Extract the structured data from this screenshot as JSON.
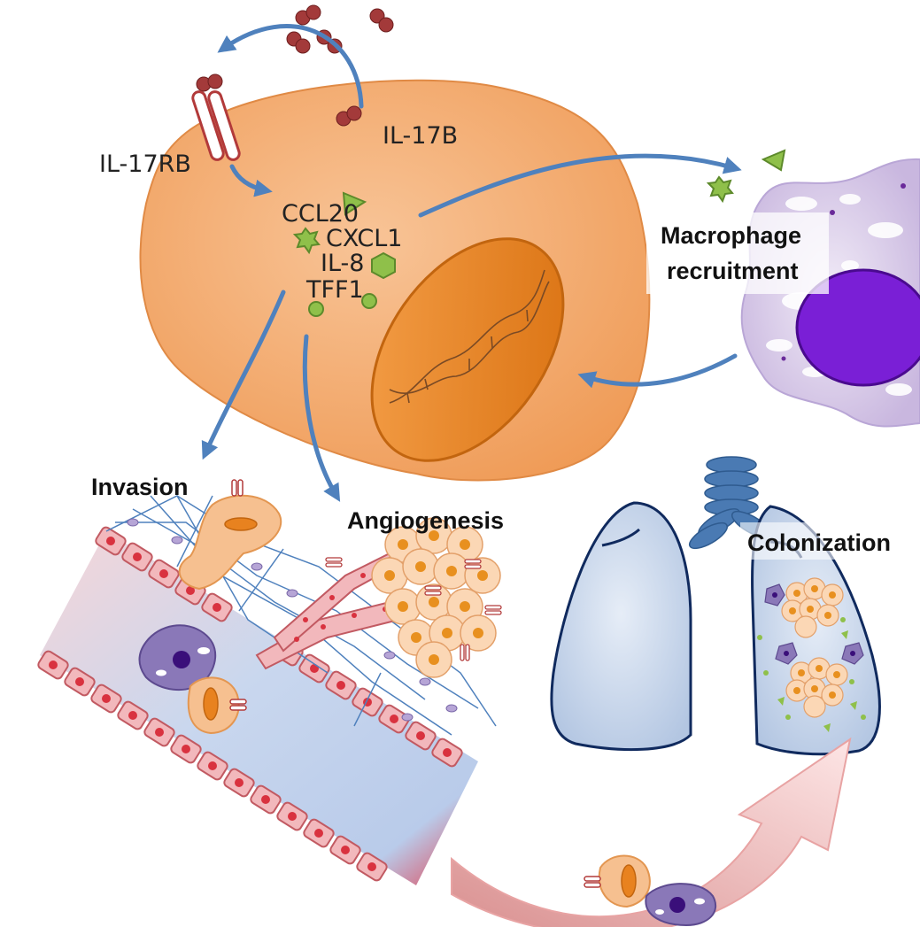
{
  "labels": {
    "ligand": "IL-17B",
    "receptor": "IL-17RB",
    "chemokines": [
      "CCL20",
      "CXCL1",
      "IL-8",
      "TFF1"
    ],
    "macrophage_line1": "Macrophage",
    "macrophage_line2": "recruitment",
    "invasion": "Invasion",
    "angiogenesis": "Angiogenesis",
    "colonization": "Colonization"
  },
  "colors": {
    "tumor_cell": "#f3a76a",
    "nucleus": "#e8821f",
    "arrow": "#4f81bd",
    "ligand": "#a33a3a",
    "chemokine": "#8fc04a",
    "macrophage": "#d9cde8",
    "macrophage_nucleus": "#7a1fd6",
    "lung": "#c5d4ea",
    "vessel": "#f2b8bc"
  }
}
